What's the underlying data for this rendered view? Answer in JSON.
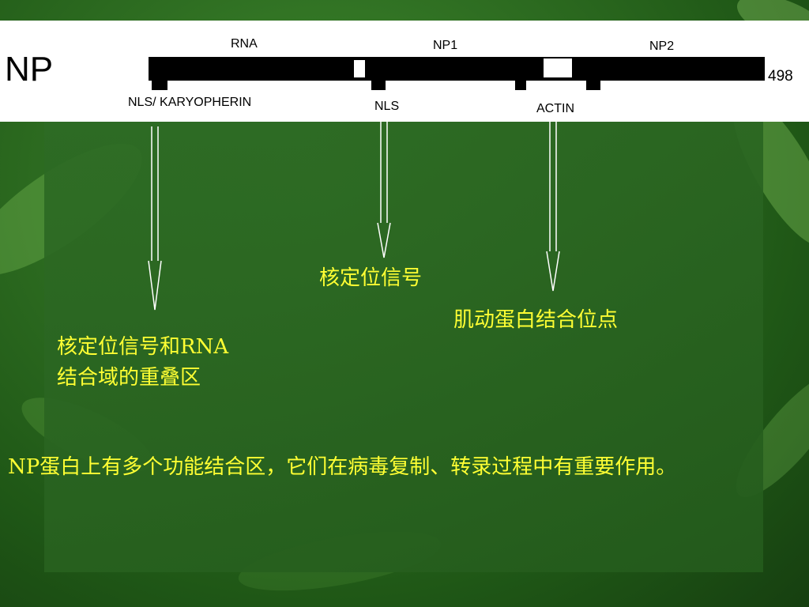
{
  "figure": {
    "protein_label": "NP",
    "length_label": "498",
    "top_labels": {
      "rna": "RNA",
      "np1": "NP1",
      "np2": "NP2"
    },
    "bottom_labels": {
      "nls_karyopherin": "NLS/ KARYOPHERIN",
      "nls": "NLS",
      "actin": "ACTIN"
    }
  },
  "annotations": {
    "nls_overlap_line1": "核定位信号和RNA",
    "nls_overlap_line2": "结合域的重叠区",
    "nls": "核定位信号",
    "actin_site": "肌动蛋白结合位点"
  },
  "summary": "NP蛋白上有多个功能结合区，它们在病毒复制、转录过程中有重要作用。",
  "colors": {
    "annotation_text": "#ffff33",
    "background": "#2d6b24",
    "figure_bg": "#ffffff"
  }
}
